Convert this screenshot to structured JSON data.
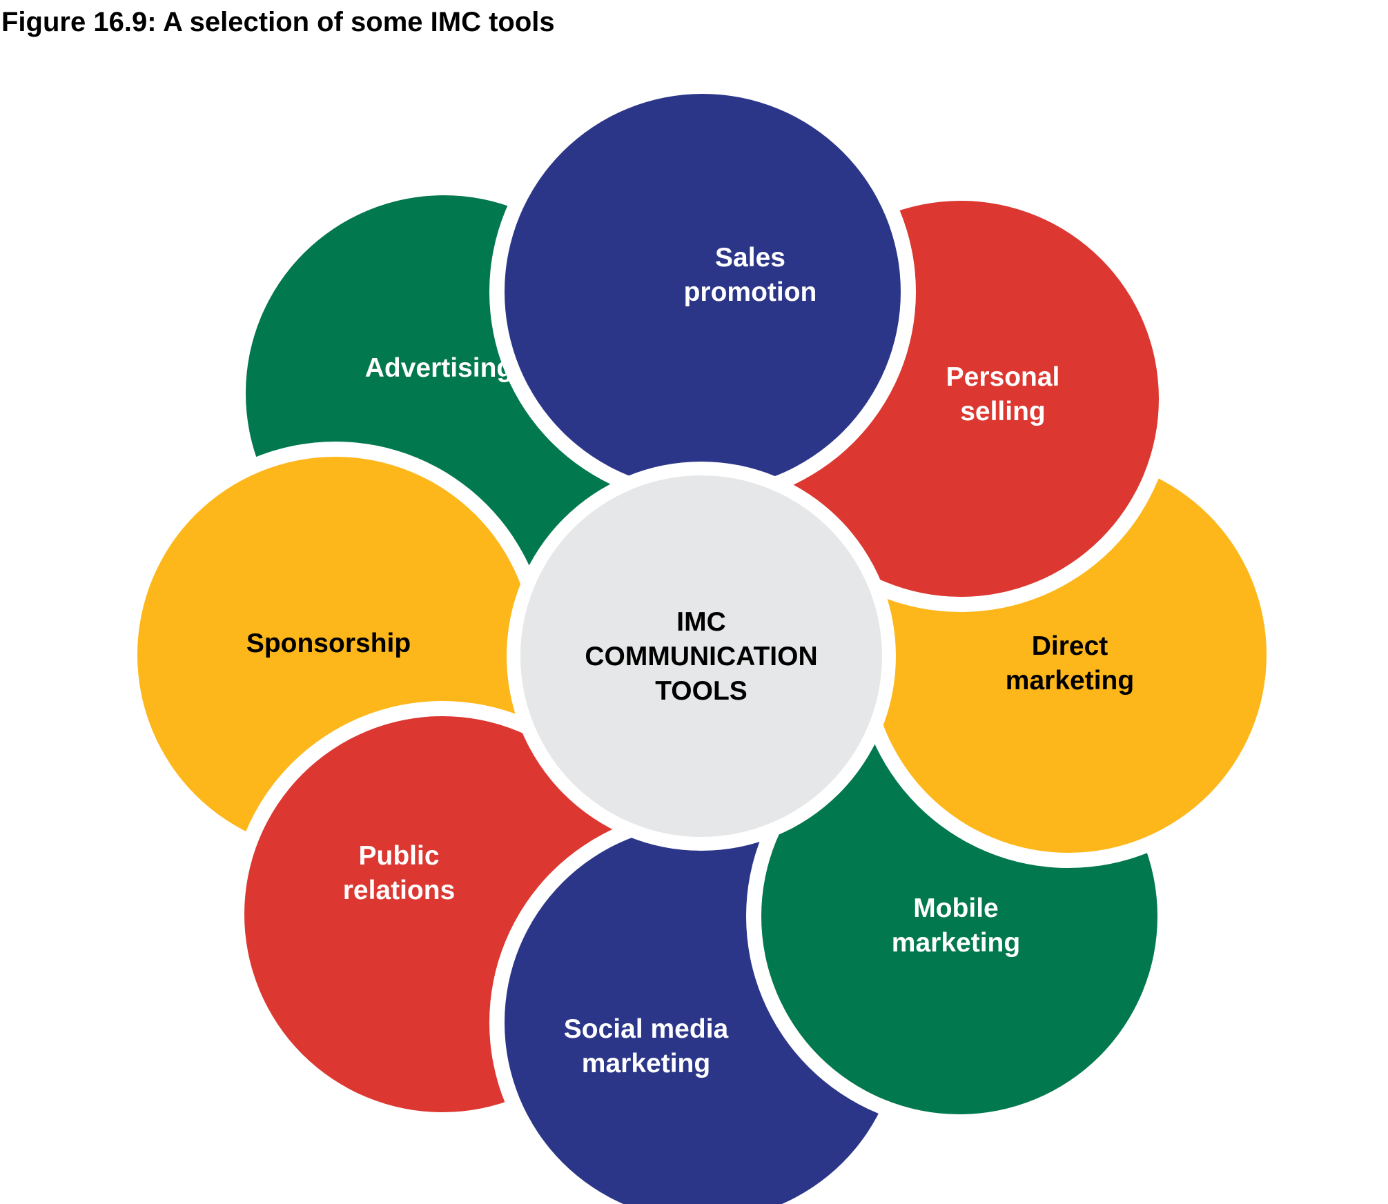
{
  "figure": {
    "title": "Figure 16.9: A selection of some IMC tools"
  },
  "center": {
    "lines": [
      "IMC",
      "COMMUNICATION",
      "TOOLS"
    ],
    "fill": "#e6e7e8",
    "text_color": "#000000"
  },
  "petals": [
    {
      "key": "advertising",
      "lines": [
        "Advertising"
      ],
      "fill": "#02784e",
      "text_color": "#ffffff"
    },
    {
      "key": "sponsorship",
      "lines": [
        "Sponsorship"
      ],
      "fill": "#fdb71b",
      "text_color": "#000000"
    },
    {
      "key": "public-relations",
      "lines": [
        "Public",
        "relations"
      ],
      "fill": "#dc3731",
      "text_color": "#ffffff"
    },
    {
      "key": "social-media-marketing",
      "lines": [
        "Social media",
        "marketing"
      ],
      "fill": "#2c3688",
      "text_color": "#ffffff"
    },
    {
      "key": "mobile-marketing",
      "lines": [
        "Mobile",
        "marketing"
      ],
      "fill": "#02784e",
      "text_color": "#ffffff"
    },
    {
      "key": "direct-marketing",
      "lines": [
        "Direct",
        "marketing"
      ],
      "fill": "#fdb71b",
      "text_color": "#000000"
    },
    {
      "key": "personal-selling",
      "lines": [
        "Personal",
        "selling"
      ],
      "fill": "#dc3731",
      "text_color": "#ffffff"
    },
    {
      "key": "sales-promotion",
      "lines": [
        "Sales",
        "promotion"
      ],
      "fill": "#2c3688",
      "text_color": "#ffffff"
    }
  ]
}
